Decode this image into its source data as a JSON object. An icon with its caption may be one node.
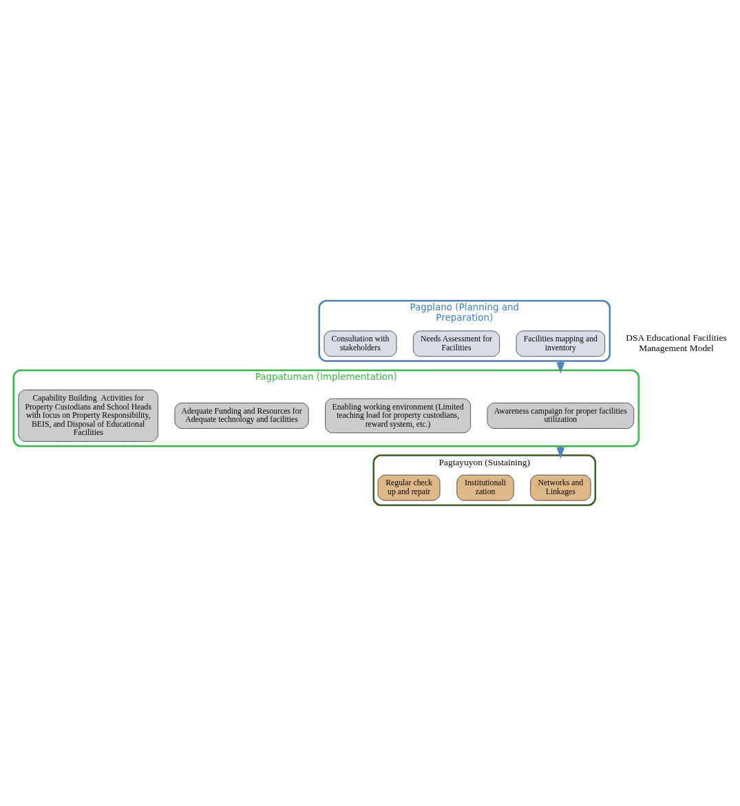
{
  "diagram": {
    "nodes": [
      {
        "text": [
          "Pagtayuyon (Sustaining)"
        ]
      },
      {
        "text": [
          "Networks and Linkages"
        ],
        "in": 0
      },
      {
        "text": [
          "Institutionalization"
        ],
        "in": 0
      },
      {
        "text": [
          "Regular check up and repair"
        ],
        "in": 0
      },
      {
        "text": [
          "Pagplano (Planning and Preparation)"
        ]
      },
      {
        "text": [
          "Facilities mapping and inventory"
        ],
        "in": 4
      },
      {
        "text": [
          "Needs Assessment for Facilities"
        ],
        "in": 4
      },
      {
        "text": [
          "Consultation with stakeholders"
        ],
        "in": 4
      },
      {
        "text": [
          "Pagpatuman (Implementation)"
        ]
      },
      {
        "text": [
          "Awareness campaign for proper facilities utilization"
        ],
        "in": 8
      },
      {
        "text": [
          "Enabling working environment (Limited teaching load for property custodians, reward system, etc.)"
        ],
        "in": 8
      },
      {
        "text": [
          "Adequate Funding and Resources for Adequate technology and facilities"
        ],
        "in": 8
      },
      {
        "text": [
          "Capability Building  Activities for Property Custodians and School Heads with focus on Property Responsibility,  BEIS, and Disposal of Educational Facilities"
        ],
        "in": 8
      }
    ],
    "edges": [
      {
        "from": 4,
        "to": 8,
        "arrow": "to"
      },
      {
        "from": 8,
        "to": 0,
        "arrow": "to"
      }
    ],
    "labels": [
      "DSA Educational Facilities Management Model"
    ]
  }
}
